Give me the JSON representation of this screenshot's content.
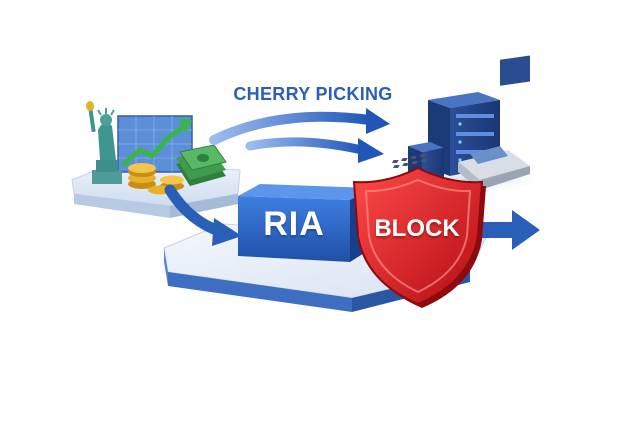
{
  "diagram": {
    "arrow_caption": "CHERRY PICKING",
    "box_label": "RIA",
    "shield_label": "BLOCK"
  },
  "icons": {
    "left_group": [
      "statue-of-liberty-icon",
      "rising-chart-icon",
      "gold-coins-icon",
      "cash-stack-icon"
    ],
    "right_group": [
      "server-rack-icon",
      "calculator-icon"
    ],
    "center": "blue-box-icon",
    "shield": "red-shield-icon"
  },
  "colors": {
    "primary_blue": "#2a5fb8",
    "shield_red": "#e0191b",
    "coin_gold": "#e8b12c",
    "cash_green": "#3f9b4e",
    "statue_teal": "#3c8f8c"
  }
}
